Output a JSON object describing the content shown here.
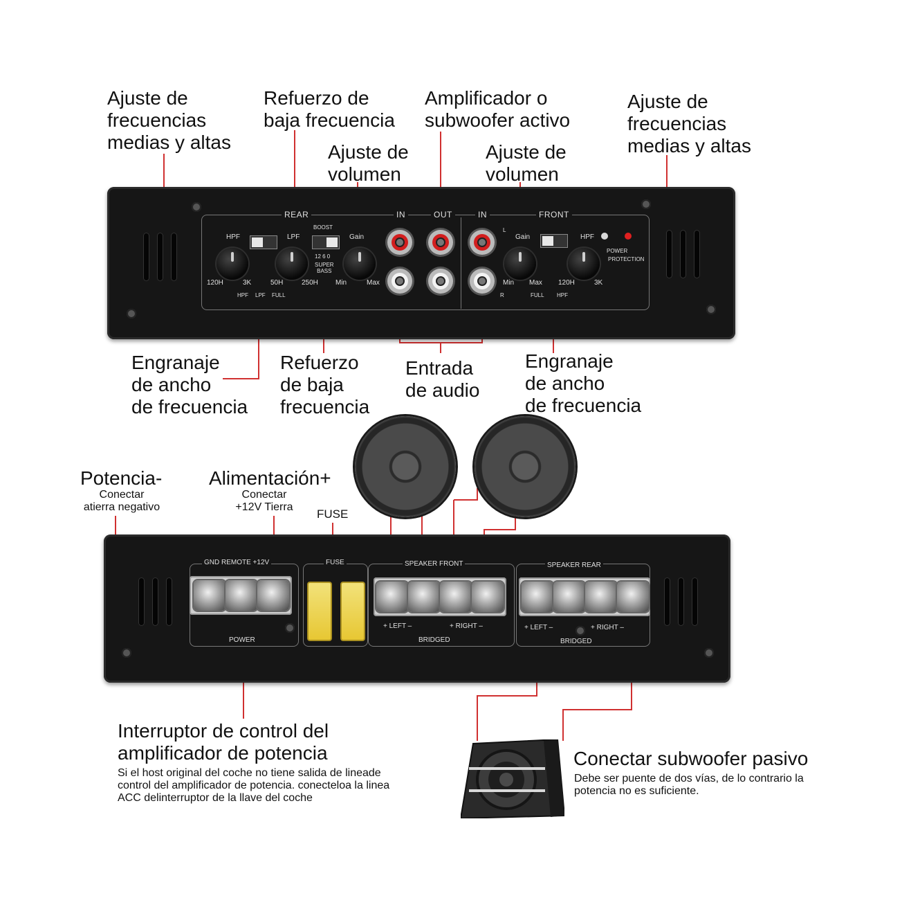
{
  "callouts": {
    "top_left_midhigh": "Ajuste de\nfrecuencias\nmedias y altas",
    "top_bass_boost": "Refuerzo de\nbaja frecuencia",
    "top_volume_left": "Ajuste de\nvolumen",
    "top_active_sub": "Amplificador o\nsubwoofer activo",
    "top_volume_right": "Ajuste de\nvolumen",
    "top_right_midhigh": "Ajuste de\nfrecuencias\nmedias y altas",
    "bottom_crossover_left": "Engranaje\nde ancho\nde frecuencia",
    "bottom_bass_boost": "Refuerzo\nde baja\nfrecuencia",
    "bottom_audio_input": "Entrada\nde audio",
    "bottom_crossover_right": "Engranaje\nde ancho\nde frecuencia",
    "power_negative": "Potencia-",
    "power_negative_sub": "Conectar\natierra negativo",
    "power_positive": "Alimentación+",
    "power_positive_sub": "Conectar\n+12V Tierra",
    "fuse": "FUSE",
    "remote_title": "Interruptor de control del\namplificador de potencia",
    "remote_desc": "Si el host original del coche no tiene salida de lineade\ncontrol del amplificador de potencia. conecteloa la linea\nACC delinterruptor de la llave del coche",
    "passive_sub_title": "Conectar subwoofer pasivo",
    "passive_sub_desc": "Debe ser puente de dos vías, de lo contrario la\npotencia no es suficiente."
  },
  "top_panel": {
    "rear": "REAR",
    "front": "FRONT",
    "in_left": "IN",
    "out": "OUT",
    "in_right": "IN",
    "boost": "BOOST",
    "hpf": "HPF",
    "lpf": "LPF",
    "gain": "Gain",
    "hpf_front": "HPF",
    "gain_front": "Gain",
    "hz120": "120H",
    "k3": "3K",
    "hz50": "50H",
    "hz250": "250H",
    "min": "Min",
    "max": "Max",
    "boost_scale": "12 6 0",
    "super_bass": "SUPER\nBASS",
    "sw_hpf": "HPF",
    "sw_lpf": "LPF",
    "sw_full": "FULL",
    "min_f": "Min",
    "max_f": "Max",
    "hz120_f": "120H",
    "k3_f": "3K",
    "full_f": "FULL",
    "hpf_sw_f": "HPF",
    "l": "L",
    "r": "R",
    "power": "POWER",
    "protection": "PROTECTION"
  },
  "bottom_panel": {
    "gnd_remote": "GND REMOTE +12V",
    "power": "POWER",
    "fuse": "FUSE",
    "speaker_front": "SPEAKER FRONT",
    "speaker_rear": "SPEAKER REAR",
    "left_front": "+ LEFT –",
    "right_front": "+ RIGHT –",
    "bridged_front": "BRIDGED",
    "left_rear": "+ LEFT –",
    "right_rear": "+ RIGHT –",
    "bridged_rear": "BRIDGED"
  },
  "colors": {
    "wire": "#d03030",
    "panel": "#161616",
    "rca_red": "#d21e1e"
  }
}
